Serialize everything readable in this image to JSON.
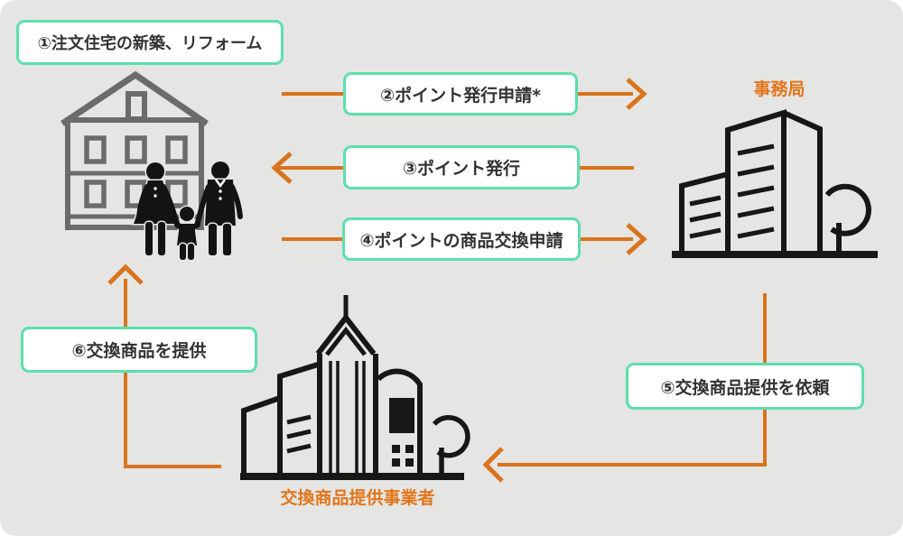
{
  "colors": {
    "background": "#e5e5e4",
    "box_border": "#5ddfab",
    "box_background": "#ffffff",
    "box_text": "#333333",
    "arrow_orange": "#d9731c",
    "actor_label_orange": "#e2761b",
    "icon_black": "#171717",
    "house_gray": "#6b6b6b"
  },
  "steps": {
    "step1": "①注文住宅の新築、リフォーム",
    "step2": "②ポイント発行申請*",
    "step3": "③ポイント発行",
    "step4": "④ポイントの商品交換申請",
    "step5": "⑤交換商品提供を依頼",
    "step6": "⑥交換商品を提供"
  },
  "actors": {
    "applicant": {
      "icon": "house-with-family-icon"
    },
    "office": {
      "label": "事務局",
      "icon": "office-building-icon"
    },
    "provider": {
      "label": "交換商品提供事業者",
      "icon": "commercial-building-icon"
    }
  },
  "arrows": {
    "step2_direction": "right",
    "step3_direction": "left",
    "step4_direction": "right",
    "step5_direction": "down-then-left",
    "step6_direction": "up"
  }
}
